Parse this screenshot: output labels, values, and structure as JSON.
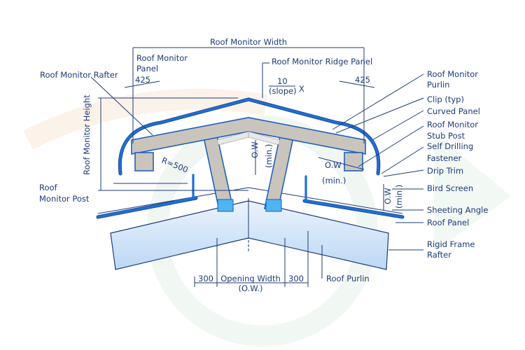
{
  "colors": {
    "line": "#1e3a7a",
    "panel": "#1f6fd6",
    "beam": "#c9c5bd",
    "frame": "#d4e6f8",
    "watermark": "#f6ebe0"
  },
  "dimensions": {
    "roof_monitor_width": "Roof Monitor Width",
    "roof_monitor_height": "Roof Monitor Height",
    "left_425": "425",
    "right_425": "425",
    "slope_num": "10",
    "slope_den": "(slope)",
    "slope_x": "X",
    "radius": "R=500",
    "ow": "O.W.",
    "min": "(min.)",
    "ow_short": "O.W",
    "opening_width": "Opening Width",
    "opening_width_abbr": "(O.W.)",
    "left_300": "300",
    "right_300": "300"
  },
  "labels": {
    "roof_monitor_rafter": "Roof Monitor Rafter",
    "roof_monitor_panel_1": "Roof Monitor",
    "roof_monitor_panel_2": "Panel",
    "ridge_panel": "Roof Monitor Ridge Panel",
    "roof_monitor_post_1": "Roof",
    "roof_monitor_post_2": "Monitor Post",
    "purlin_1": "Roof Monitor",
    "purlin_2": "Purlin",
    "clip": "Clip (typ)",
    "curved_panel": "Curved Panel",
    "stub_post_1": "Roof Monitor",
    "stub_post_2": "Stub Post",
    "self_drilling_1": "Self Drilling",
    "self_drilling_2": "Fastener",
    "drip_trim": "Drip Trim",
    "bird_screen": "Bird Screen",
    "sheeting_angle": "Sheeting Angle",
    "roof_panel": "Roof Panel",
    "rigid_frame_1": "Rigid Frame",
    "rigid_frame_2": "Rafter",
    "roof_purlin": "Roof Purlin"
  }
}
